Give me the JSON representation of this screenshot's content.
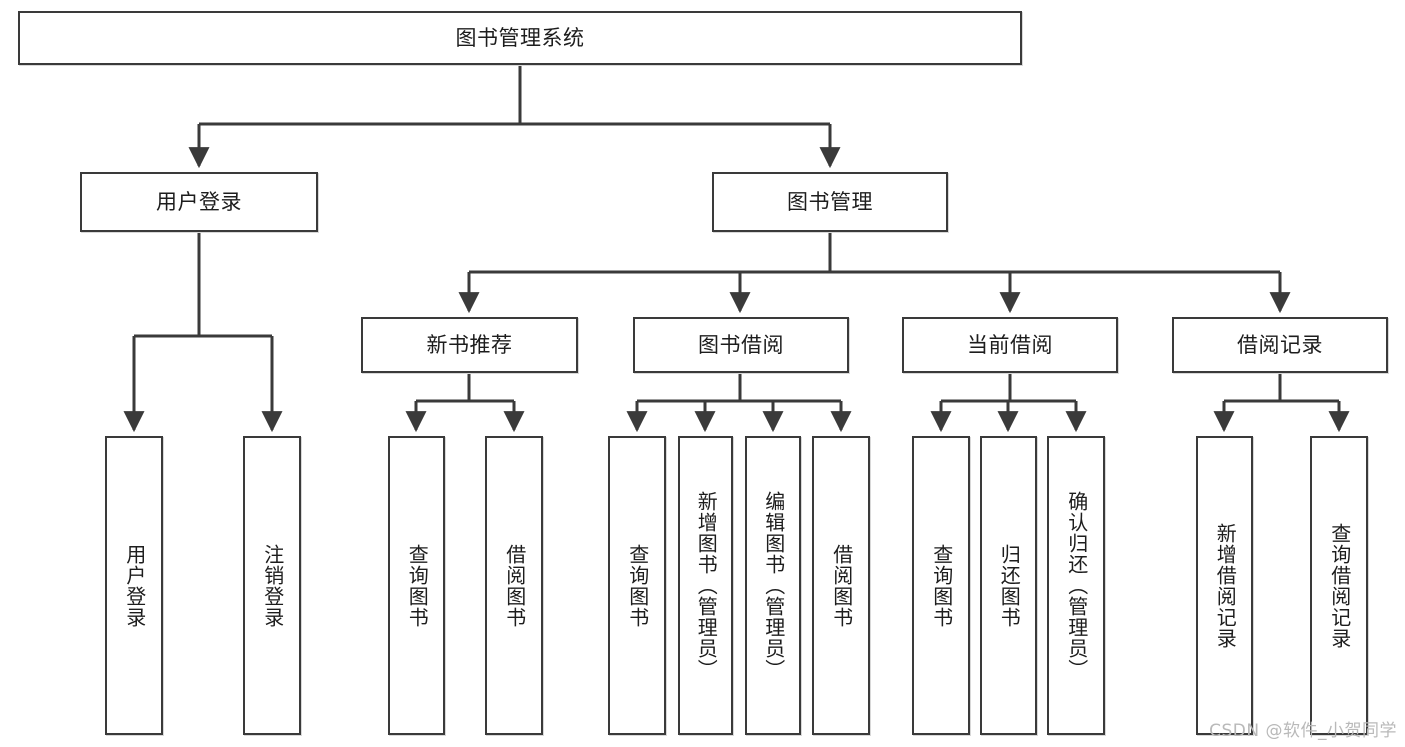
{
  "diagram": {
    "title": "图书管理系统",
    "type": "tree",
    "watermark": "CSDN @软件_小贺同学",
    "colors": {
      "box_border": "#3a3a3a",
      "box_fill": "#ffffff",
      "edge": "#3a3a3a",
      "text": "#1d1d1d",
      "watermark": "#b9b9b9",
      "background": "#ffffff"
    },
    "levels": {
      "root": "图书管理系统",
      "level2": [
        "用户登录",
        "图书管理"
      ],
      "level3": [
        "新书推荐",
        "图书借阅",
        "当前借阅",
        "借阅记录"
      ]
    },
    "nodes": {
      "root": {
        "label": "图书管理系统",
        "orientation": "horizontal"
      },
      "user_login": {
        "label": "用户登录",
        "orientation": "horizontal"
      },
      "book_manage": {
        "label": "图书管理",
        "orientation": "horizontal"
      },
      "new_book_rec": {
        "label": "新书推荐",
        "orientation": "horizontal"
      },
      "book_borrow": {
        "label": "图书借阅",
        "orientation": "horizontal"
      },
      "current_borrow": {
        "label": "当前借阅",
        "orientation": "horizontal"
      },
      "borrow_record": {
        "label": "借阅记录",
        "orientation": "horizontal"
      },
      "leaf_user_login": {
        "label": "用户登录",
        "orientation": "vertical"
      },
      "leaf_logout": {
        "label": "注销登录",
        "orientation": "vertical"
      },
      "leaf_query_book_1": {
        "label": "查询图书",
        "orientation": "vertical"
      },
      "leaf_borrow_book_1": {
        "label": "借阅图书",
        "orientation": "vertical"
      },
      "leaf_query_book_2": {
        "label": "查询图书",
        "orientation": "vertical"
      },
      "leaf_add_book": {
        "label": "新增图书（管理员）",
        "orientation": "vertical"
      },
      "leaf_edit_book": {
        "label": "编辑图书（管理员）",
        "orientation": "vertical"
      },
      "leaf_borrow_book_2": {
        "label": "借阅图书",
        "orientation": "vertical"
      },
      "leaf_query_book_3": {
        "label": "查询图书",
        "orientation": "vertical"
      },
      "leaf_return_book": {
        "label": "归还图书",
        "orientation": "vertical"
      },
      "leaf_confirm_return": {
        "label": "确认归还（管理员）",
        "orientation": "vertical"
      },
      "leaf_add_record": {
        "label": "新增借阅记录",
        "orientation": "vertical"
      },
      "leaf_query_record": {
        "label": "查询借阅记录",
        "orientation": "vertical"
      }
    },
    "edges": [
      {
        "from": "图书管理系统",
        "to": "用户登录"
      },
      {
        "from": "图书管理系统",
        "to": "图书管理"
      },
      {
        "from": "用户登录",
        "to": "用户登录"
      },
      {
        "from": "用户登录",
        "to": "注销登录"
      },
      {
        "from": "图书管理",
        "to": "新书推荐"
      },
      {
        "from": "图书管理",
        "to": "图书借阅"
      },
      {
        "from": "图书管理",
        "to": "当前借阅"
      },
      {
        "from": "图书管理",
        "to": "借阅记录"
      },
      {
        "from": "新书推荐",
        "to": "查询图书"
      },
      {
        "from": "新书推荐",
        "to": "借阅图书"
      },
      {
        "from": "图书借阅",
        "to": "查询图书"
      },
      {
        "from": "图书借阅",
        "to": "新增图书（管理员）"
      },
      {
        "from": "图书借阅",
        "to": "编辑图书（管理员）"
      },
      {
        "from": "图书借阅",
        "to": "借阅图书"
      },
      {
        "from": "当前借阅",
        "to": "查询图书"
      },
      {
        "from": "当前借阅",
        "to": "归还图书"
      },
      {
        "from": "当前借阅",
        "to": "确认归还（管理员）"
      },
      {
        "from": "借阅记录",
        "to": "新增借阅记录"
      },
      {
        "from": "借阅记录",
        "to": "查询借阅记录"
      }
    ]
  }
}
